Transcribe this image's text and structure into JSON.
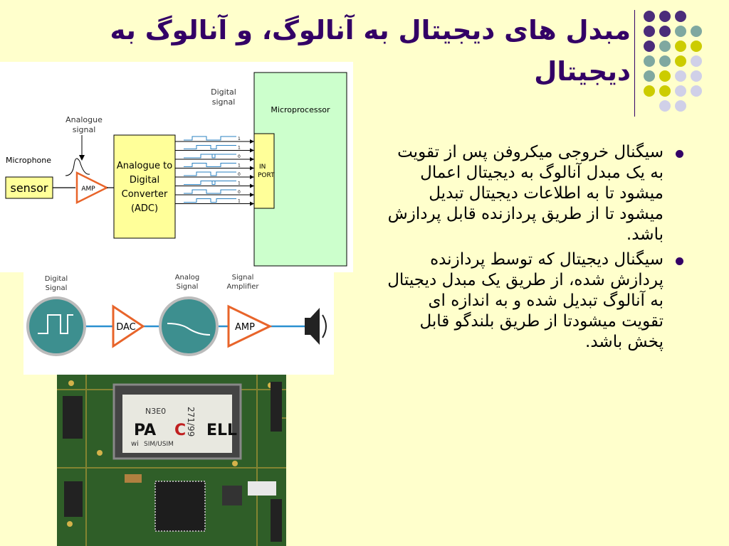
{
  "slide": {
    "title": "مبدل های دیجیتال به آنالوگ، و آنالوگ به دیجیتال",
    "bullets": [
      "سیگنال خروجی میکروفن پس از تقویت به یک مبدل آنالوگ به دیجیتال اعمال میشود تا به اطلاعات دیجیتال تبدیل میشود تا از طریق پردازنده قابل پردازش باشد.",
      "سیگنال دیجیتال که توسط پردازنده پردازش شده، از طریق یک مبدل دیجیتال به آنالوگ تبدیل شده و به اندازه ای تقویت میشودتا از طریق بلندگو قابل پخش باشد."
    ]
  },
  "adc_diagram": {
    "microphone_label": "Microphone",
    "sensor_label": "sensor",
    "analogue_signal_label": [
      "Analogue",
      "signal"
    ],
    "amp_label": "AMP",
    "adc_label": [
      "Analogue to",
      "Digital",
      "Converter",
      "(ADC)"
    ],
    "digital_signal_label": [
      "Digital",
      "signal"
    ],
    "bit_values": [
      "1",
      "1",
      "0",
      "1",
      "0",
      "1",
      "0",
      "1"
    ],
    "in_port_label": [
      "IN",
      "PORT"
    ],
    "microprocessor_label": "Microprocessor"
  },
  "dac_diagram": {
    "digital_signal_label": [
      "Digital",
      "Signal"
    ],
    "analog_signal_label": [
      "Analog",
      "Signal"
    ],
    "signal_amplifier_label": [
      "Signal",
      "Amplifier"
    ],
    "dac_label": "DAC",
    "amp_label": "AMP"
  },
  "pcb_photo": {
    "card_text": [
      "PA",
      "C",
      "ELL",
      "N3E0",
      "271/99",
      "SIM/USIM",
      "wi"
    ]
  },
  "colors": {
    "background": "#ffffcc",
    "title": "#330066",
    "dot_purple": "#4b2c7a",
    "dot_teal": "#7fa8a0",
    "dot_yellow": "#cccc00",
    "dot_lavender": "#d0d0e8",
    "adc_box": "#ffff99",
    "microprocessor_box": "#ccffcc",
    "amp_orange": "#e8642a",
    "scope_teal": "#3d8f8f"
  },
  "icons": [
    "speaker-icon"
  ]
}
